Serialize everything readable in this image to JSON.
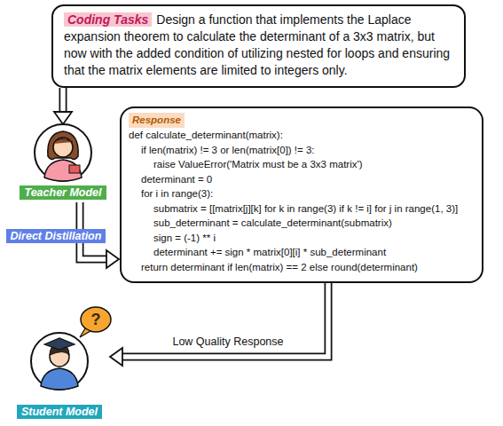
{
  "diagram": {
    "nodes": [
      {
        "text": [
          "Coding Tasks",
          "Design a function that implements the Laplace expansion theorem to calculate the determinant of a 3x3 matrix, but now with the added condition of utilizing nested for loops and ensuring that the matrix elements are limited to integers only."
        ]
      },
      {
        "text": [
          "Teacher Model"
        ]
      },
      {
        "text": [
          "Response",
          "def calculate_determinant(matrix):",
          "if len(matrix) != 3 or len(matrix[0]) != 3:",
          "raise ValueError('Matrix must be a 3x3 matrix')",
          "determinant = 0",
          "for i in range(3):",
          "submatrix = [[matrix[j][k] for k in range(3) if k != i] for j in range(1, 3)]",
          "sub_determinant = calculate_determinant(submatrix)",
          "sign = (-1) ** i",
          "determinant += sign * matrix[0][i] * sub_determinant",
          "return determinant if len(matrix) == 2 else round(determinant)"
        ]
      },
      {
        "text": [
          "Student Model"
        ]
      }
    ],
    "edges": [
      {
        "from": 0,
        "to": 1,
        "arrow": "to"
      },
      {
        "from": 1,
        "to": 2,
        "label": "Direct Distillation",
        "arrow": "to"
      },
      {
        "from": 2,
        "to": 3,
        "label": "Low Quality Response",
        "arrow": "to"
      }
    ],
    "labels": [
      "?"
    ]
  }
}
